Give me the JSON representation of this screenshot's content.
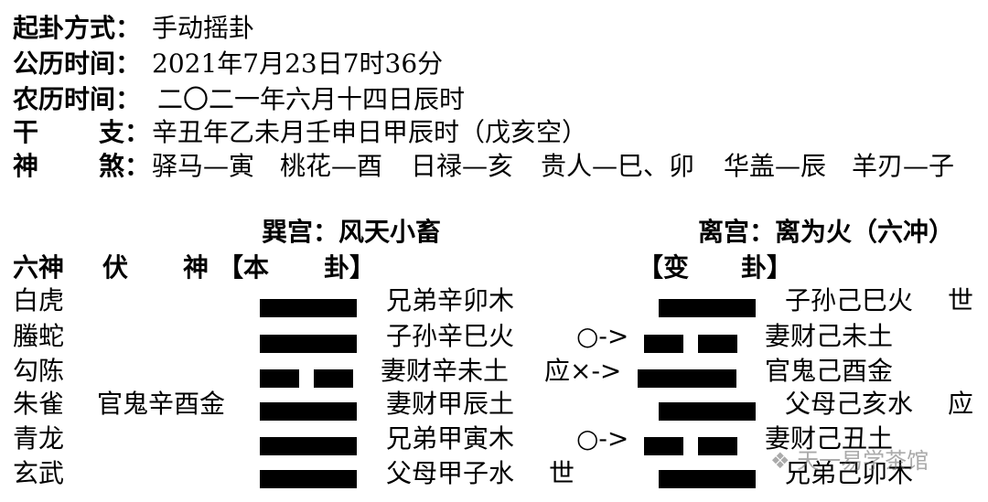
{
  "info": {
    "method_label": "起卦方式",
    "method_value": "手动摇卦",
    "solar_label": "公历时间",
    "solar_value": "2021年7月23日7时36分",
    "lunar_label": "农历时间",
    "lunar_value": "二〇二一年六月十四日辰时",
    "ganzhi_label_1": "干",
    "ganzhi_label_2": "支",
    "ganzhi_value": "辛丑年乙未月壬申日甲辰时（戊亥空）",
    "shensha_label_1": "神",
    "shensha_label_2": "煞",
    "shensha_items": [
      "驿马—寅",
      "桃花—酉",
      "日禄—亥",
      "贵人—巳、卯",
      "华盖—辰",
      "羊刃—子"
    ]
  },
  "colon": "：",
  "hexagram": {
    "ben_title": "巽宫：风天小畜",
    "bian_title": "离宫：离为火（六冲）",
    "col_liushen": "六神",
    "col_fu": "伏",
    "col_shen": "神",
    "col_ben_open": "【本",
    "col_ben_close": "卦】",
    "col_bian_open": "【变",
    "col_bian_close": "卦】",
    "rows": [
      {
        "liushen": "白虎",
        "fushen": "",
        "ben_solid": true,
        "ben_text": "兄弟辛卯木",
        "ben_mark": "",
        "move": "",
        "bian_solid": true,
        "bian_text": "子孙己巳火",
        "bian_mark": "世"
      },
      {
        "liushen": "螣蛇",
        "fushen": "",
        "ben_solid": true,
        "ben_text": "子孙辛巳火",
        "ben_mark": "",
        "move": "○->",
        "bian_solid": false,
        "bian_text": "妻财己未土",
        "bian_mark": ""
      },
      {
        "liushen": "勾陈",
        "fushen": "",
        "ben_solid": false,
        "ben_text": "妻财辛未土",
        "ben_mark": "",
        "move": "应×->",
        "bian_solid": true,
        "bian_text": "官鬼己酉金",
        "bian_mark": ""
      },
      {
        "liushen": "朱雀",
        "fushen": "官鬼辛酉金",
        "ben_solid": true,
        "ben_text": "妻财甲辰土",
        "ben_mark": "",
        "move": "",
        "bian_solid": true,
        "bian_text": "父母己亥水",
        "bian_mark": "应"
      },
      {
        "liushen": "青龙",
        "fushen": "",
        "ben_solid": true,
        "ben_text": "兄弟甲寅木",
        "ben_mark": "",
        "move": "○->",
        "bian_solid": false,
        "bian_text": "妻财己丑土",
        "bian_mark": ""
      },
      {
        "liushen": "玄武",
        "fushen": "",
        "ben_solid": true,
        "ben_text": "父母甲子水",
        "ben_mark": "世",
        "move": "",
        "bian_solid": true,
        "bian_text": "兄弟己卯木",
        "bian_mark": ""
      }
    ]
  },
  "watermark": "天一易学茶馆"
}
